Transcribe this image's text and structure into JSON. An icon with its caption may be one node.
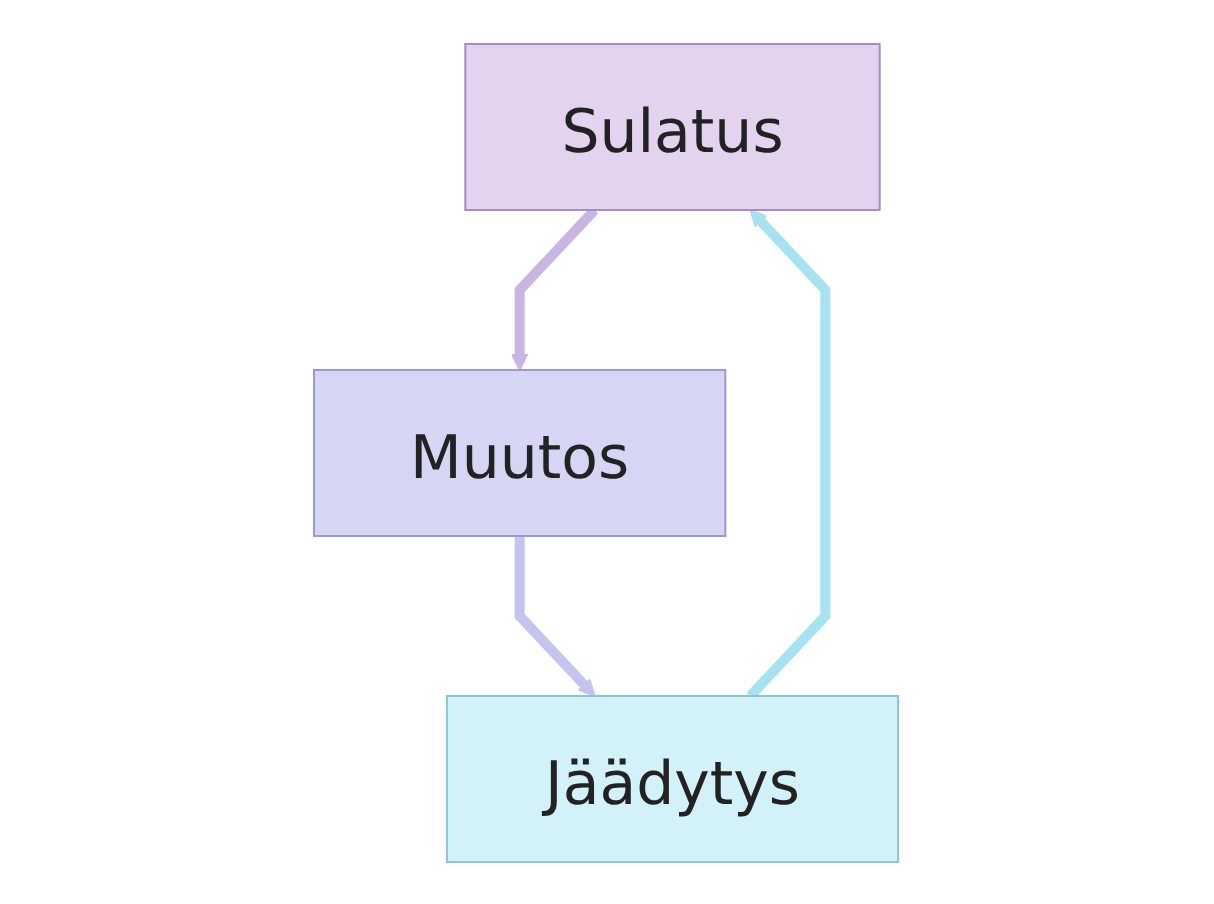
{
  "diagram": {
    "nodes": [
      {
        "text": [
          "Sulatus"
        ]
      },
      {
        "text": [
          "Muutos"
        ]
      },
      {
        "text": [
          "Jäädytys"
        ]
      }
    ],
    "edges": [
      {
        "from": 0,
        "to": 1,
        "arrow": "to",
        "color": "#c8b6e2"
      },
      {
        "from": 1,
        "to": 2,
        "arrow": "to",
        "color": "#c4c4ee"
      },
      {
        "from": 2,
        "to": 0,
        "arrow": "to",
        "color": "#a6e2f0"
      }
    ]
  }
}
